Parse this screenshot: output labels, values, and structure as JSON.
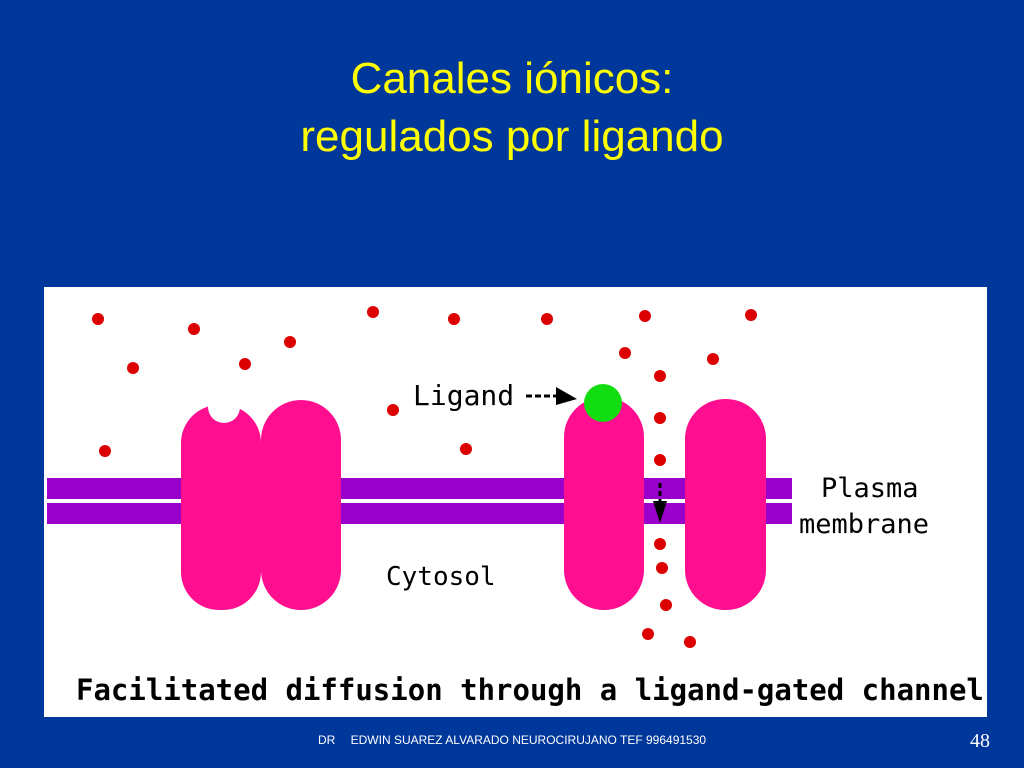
{
  "slide": {
    "title_line1": "Canales iónicos:",
    "title_line2": "regulados por ligando",
    "page_number": "48",
    "footer": {
      "prefix": "DR",
      "text": "EDWIN SUAREZ  ALVARADO  NEUROCIRUJANO  TEF  996491530"
    }
  },
  "figure": {
    "ligand_label": "Ligand",
    "membrane_label_line1": "Plasma",
    "membrane_label_line2": "membrane",
    "cytosol_label": "Cytosol",
    "caption": "Facilitated diffusion through a ligand-gated channel",
    "colors": {
      "membrane": "#9900cc",
      "channel": "#ff0f8f",
      "ion": "#dd0000",
      "ligand": "#11dd11"
    }
  }
}
